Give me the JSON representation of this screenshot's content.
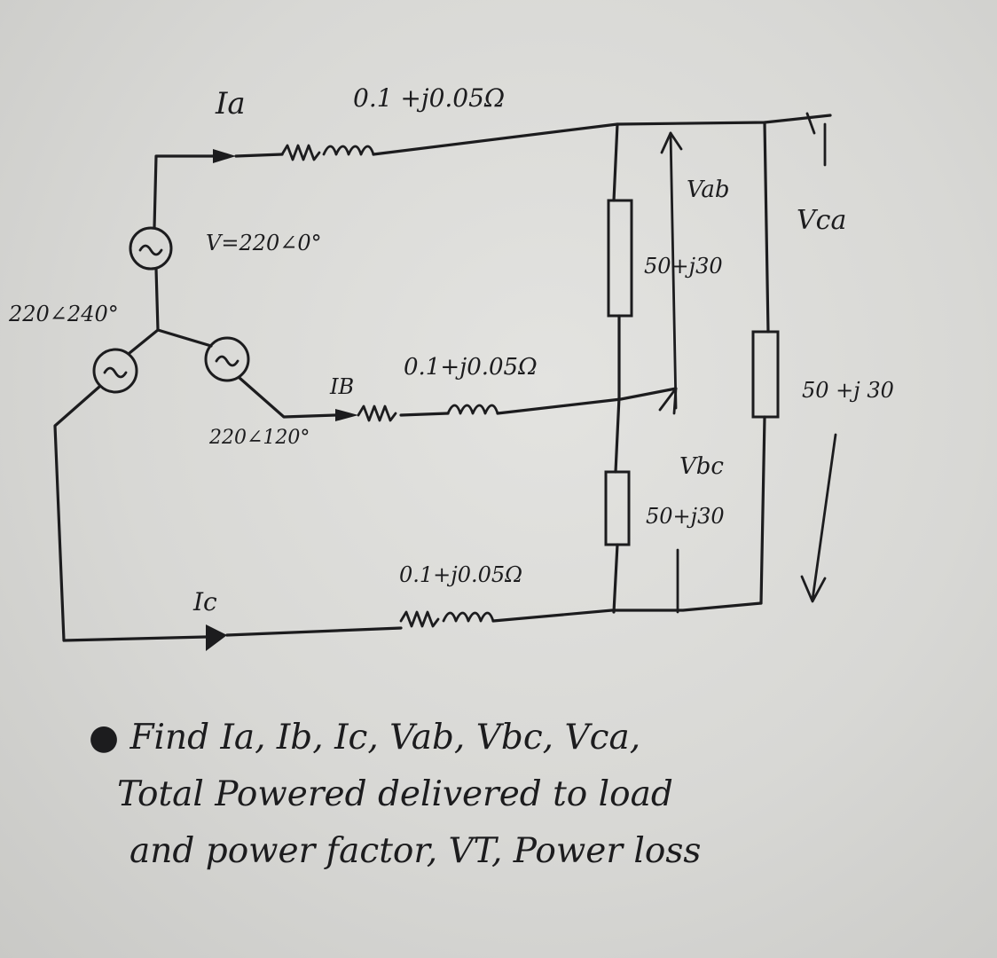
{
  "source": {
    "voltage_a": "V=220∠0°",
    "voltage_b": "220∠120°",
    "voltage_c": "220∠240°"
  },
  "lines": {
    "current_a": "Ia",
    "current_b": "IB",
    "current_c": "Ic",
    "impedance_a": "0.1 +j0.05Ω",
    "impedance_b": "0.1+j0.05Ω",
    "impedance_c": "0.1+j0.05Ω"
  },
  "load": {
    "z_ab": "50+j30",
    "z_bc": "50+j30",
    "z_ca": "50 +j 30",
    "v_ab": "Vab",
    "v_bc": "Vbc",
    "v_ca": "Vca"
  },
  "question": {
    "line1": "Find Ia, Ib, Ic, Vab, Vbc, Vca,",
    "line2": "Total Powered delivered to load",
    "line3": "and power factor, VT, Power loss"
  },
  "colors": {
    "ink": "#1c1c1e",
    "paper": "#dcdcd9"
  }
}
